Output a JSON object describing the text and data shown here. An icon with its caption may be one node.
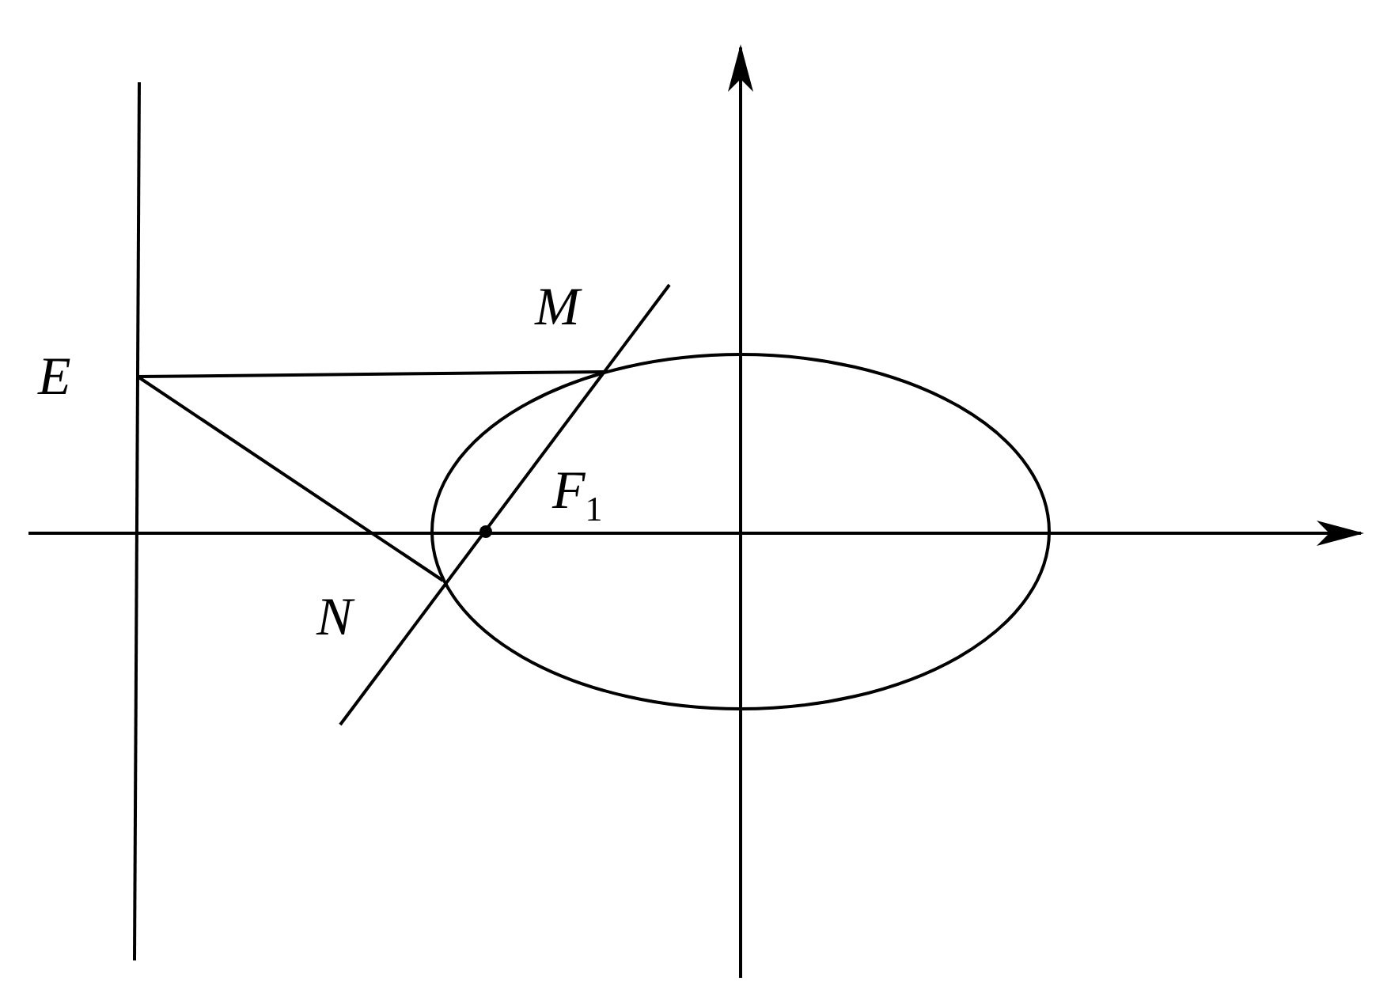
{
  "diagram": {
    "labels": [
      "E",
      "M",
      "F$_{1}$",
      "N"
    ]
  }
}
